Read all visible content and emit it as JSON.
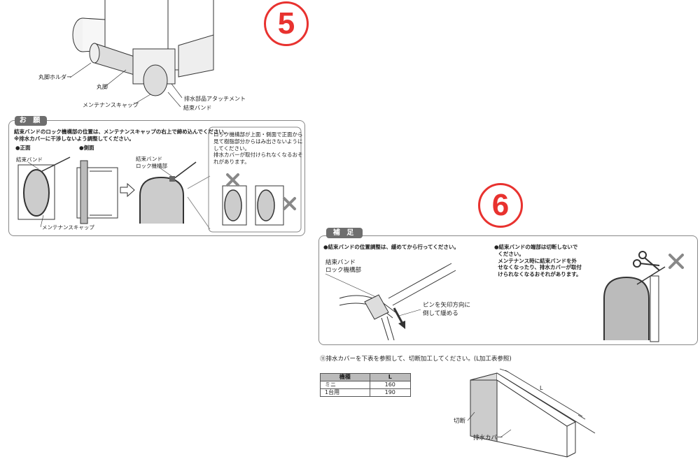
{
  "step5": {
    "number": "5",
    "labels": {
      "round_holder": "丸脚ホルダー",
      "round_pipe": "丸脚",
      "maintenance_cap": "メンテナンスキャップ",
      "drain_attachment": "排水部品アタッチメント",
      "binding_band": "結束バンド"
    },
    "request_box": {
      "title": "お 願 い",
      "line1": "結束バンドのロック機構部の位置は、メンテナンスキャップの右上で締め込んでください。",
      "line2": "※排水カバーに干渉しないよう調整してください。",
      "front_label": "●正面",
      "side_label": "●側面",
      "front_band_label": "結束バンド",
      "front_cap_label": "メンテナンスキャップ",
      "lock_label_1": "結束バンド",
      "lock_label_2": "ロック機構部",
      "warning_text": "ロック機構部が上面・側面で正面から\n見て樹脂部分からはみ出さないように\nしてください。\n排水カバーが取付けられなくなるおそ\nれがあります。"
    }
  },
  "step6": {
    "number": "6",
    "supplement": {
      "title": "補 足",
      "left_heading": "●結束バンドの位置調整は、緩めてから行ってください。",
      "lock_label_1": "結束バンド",
      "lock_label_2": "ロック機構部",
      "pin_label_1": "ピンを矢印方向に",
      "pin_label_2": "倒して緩める",
      "right_heading": "●結束バンドの端部は切断しないで\n  ください。\n  メンテナンス時に結束バンドを外\n  せなくなったり、排水カバーが取付\n  けられなくなるおそれがあります。"
    },
    "instruction": "⑪排水カバーを下表を参照して、切断加工してください。(L加工表参照)",
    "table": {
      "headers": [
        "機種",
        "L"
      ],
      "rows": [
        [
          "ミニ",
          "160"
        ],
        [
          "1台用",
          "190"
        ]
      ]
    },
    "cover_labels": {
      "cut": "切断",
      "drain_cover": "排水カバー",
      "length": "L"
    }
  }
}
